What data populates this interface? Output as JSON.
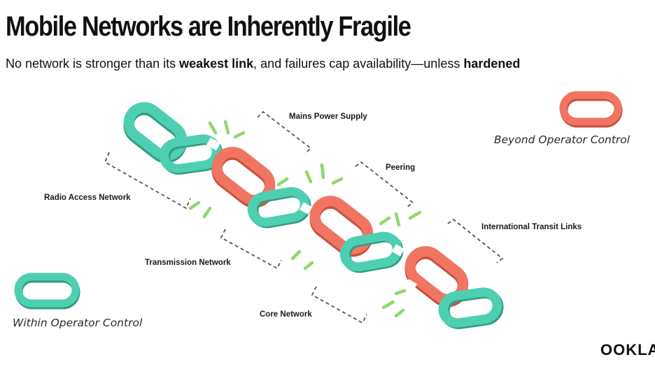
{
  "header": {
    "title": "Mobile Networks are Inherently Fragile",
    "subtitle_parts": [
      "No network is stronger than its ",
      "weakest link",
      ", and failures cap availability—unless ",
      "hardened"
    ]
  },
  "chain_labels": {
    "mains_power": "Mains Power Supply",
    "peering": "Peering",
    "international_transit": "International Transit Links",
    "radio_access": "Radio Access Network",
    "transmission": "Transmission Network",
    "core": "Core Network"
  },
  "legend": {
    "beyond": {
      "label": "Beyond Operator Control",
      "color": "#f07562"
    },
    "within": {
      "label": "Within Operator Control",
      "color": "#4fcfb1"
    }
  },
  "brand": {
    "logo": "OOKLA"
  },
  "colors": {
    "teal": "#4fcfb1",
    "teal_dark": "#2e9e84",
    "coral": "#f07562",
    "coral_dark": "#c9503f",
    "spark": "#8fd96b"
  }
}
